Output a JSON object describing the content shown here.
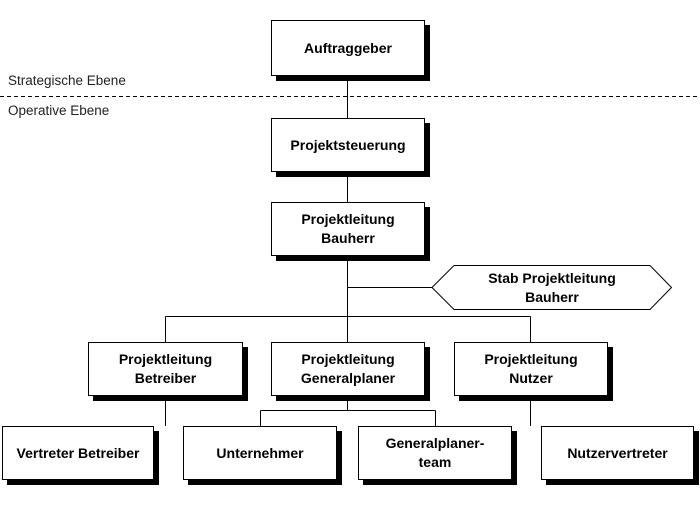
{
  "levels": {
    "strategic": "Strategische Ebene",
    "operative": "Operative Ebene"
  },
  "nodes": {
    "auftraggeber": "Auftraggeber",
    "projektsteuerung": "Projektsteuerung",
    "projektleitung_bauherr": "Projektleitung\nBauherr",
    "stab_projektleitung_bauherr": "Stab Projektleitung\nBauherr",
    "projektleitung_betreiber": "Projektleitung\nBetreiber",
    "projektleitung_generalplaner": "Projektleitung\nGeneralplaner",
    "projektleitung_nutzer": "Projektleitung\nNutzer",
    "vertreter_betreiber": "Vertreter Betreiber",
    "unternehmer": "Unternehmer",
    "generalplaner_team": "Generalplaner-\nteam",
    "nutzervertreter": "Nutzervertreter"
  }
}
